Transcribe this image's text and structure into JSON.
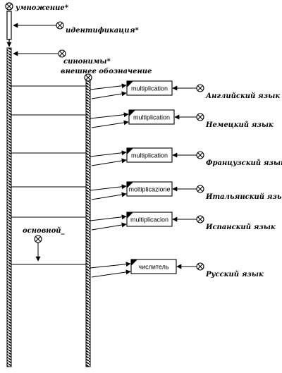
{
  "title": "умножение*",
  "main_attributes": {
    "identification": "идентификация*",
    "synonyms": "синонимы*",
    "external_designation": "внешнее обозначение",
    "primary": "основной_"
  },
  "rows": [
    {
      "word": "multiplication",
      "language": "Английский язык"
    },
    {
      "word": "multiplication",
      "language": "Немецкий язык"
    },
    {
      "word": "multiplication",
      "language": "Французский язык"
    },
    {
      "word": "moltiplicazione",
      "language": "Итальянский язык"
    },
    {
      "word": "multiplicacion",
      "language": "Испанский язык"
    },
    {
      "word": "числитель",
      "language": "Русский язык"
    }
  ]
}
